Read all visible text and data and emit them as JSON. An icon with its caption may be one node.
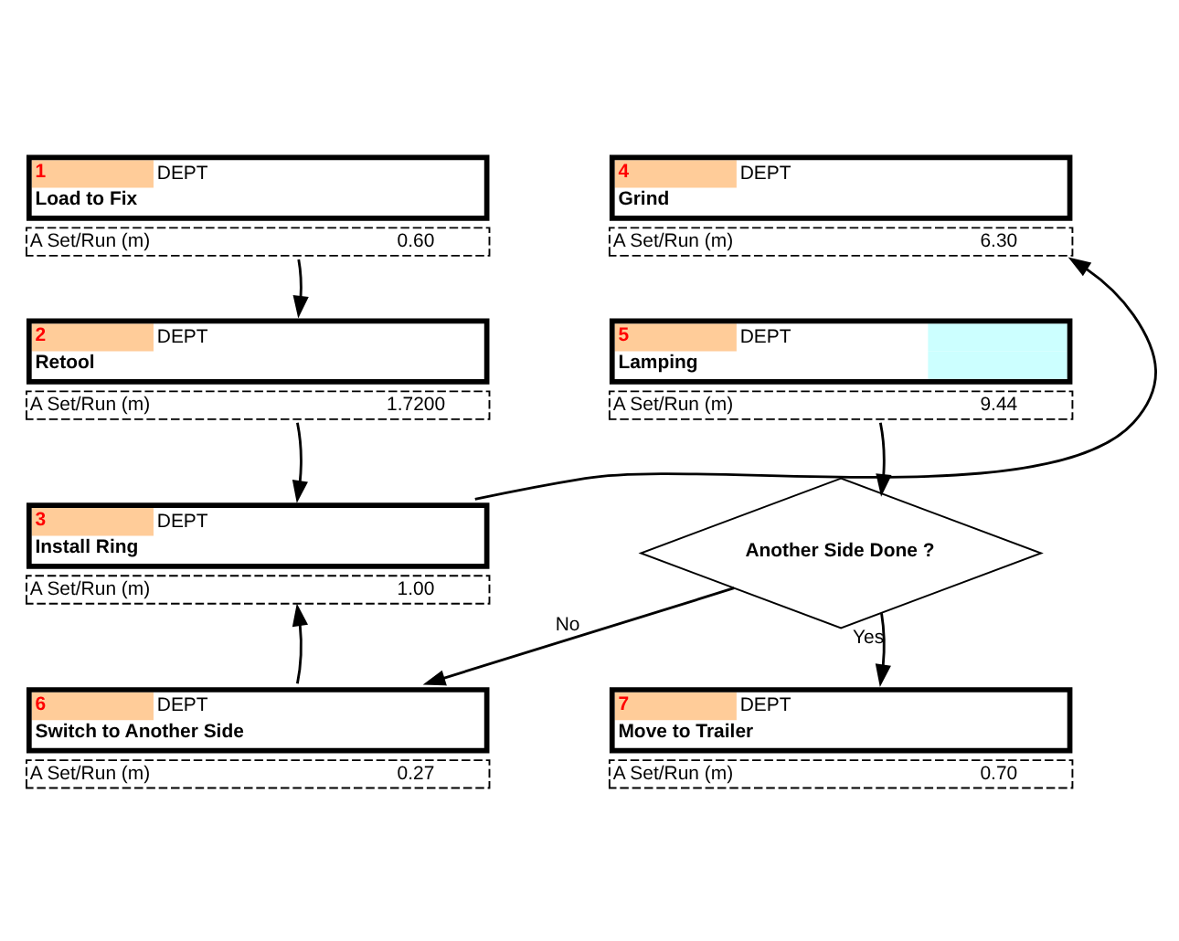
{
  "diagram": {
    "nodes": [
      {
        "text": [
          "1",
          "DEPT",
          "Load to Fix",
          "A Set/Run (m)",
          "0.60"
        ]
      },
      {
        "text": [
          "2",
          "DEPT",
          "Retool",
          "A Set/Run (m)",
          "1.7200"
        ]
      },
      {
        "text": [
          "3",
          "DEPT",
          "Install Ring",
          "A Set/Run (m)",
          "1.00"
        ]
      },
      {
        "text": [
          "4",
          "DEPT",
          "Grind",
          "A Set/Run (m)",
          "6.30"
        ]
      },
      {
        "text": [
          "5",
          "DEPT",
          "Lamping",
          "A Set/Run (m)",
          "9.44"
        ]
      },
      {
        "text": [
          "Another Side Done ?"
        ]
      },
      {
        "text": [
          "6",
          "DEPT",
          "Switch to Another Side",
          "A Set/Run (m)",
          "0.27"
        ]
      },
      {
        "text": [
          "7",
          "DEPT",
          "Move to Trailer",
          "A Set/Run (m)",
          "0.70"
        ]
      }
    ],
    "edges": [
      {
        "from": 0,
        "to": 1,
        "arrow": "to"
      },
      {
        "from": 1,
        "to": 2,
        "arrow": "to"
      },
      {
        "from": 2,
        "to": 3,
        "arrow": "to"
      },
      {
        "from": 4,
        "to": 5,
        "arrow": "to"
      },
      {
        "from": 5,
        "to": 6,
        "label": "No",
        "arrow": "to"
      },
      {
        "from": 5,
        "to": 7,
        "label": "Yes",
        "arrow": "to"
      },
      {
        "from": 6,
        "to": 2,
        "arrow": "to"
      }
    ]
  }
}
